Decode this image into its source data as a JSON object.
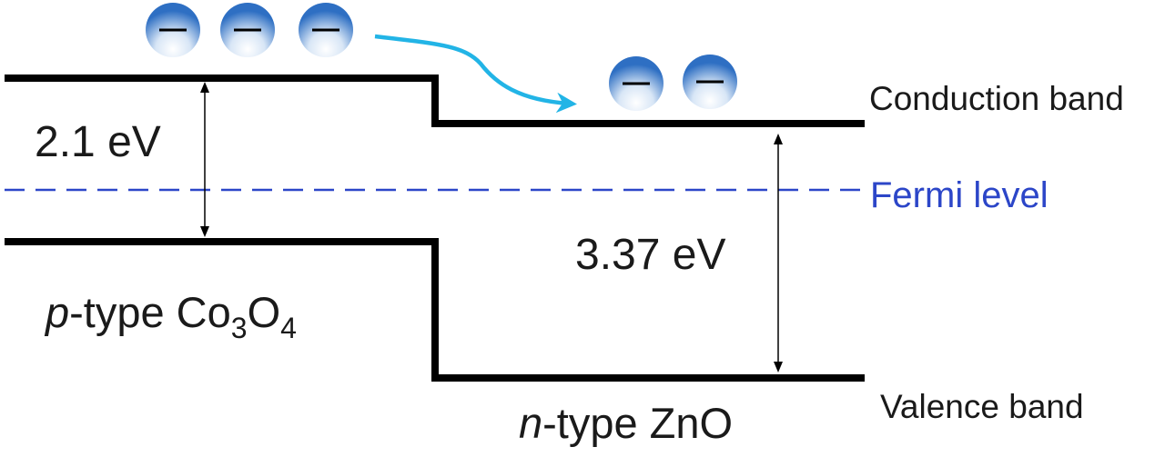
{
  "bands": {
    "conduction_label": "Conduction band",
    "valence_label": "Valence band",
    "fermi_label": "Fermi level"
  },
  "materials": {
    "left": {
      "prefix": "p",
      "middle": "-type Co",
      "sub1": "3",
      "mid2": "O",
      "sub2": "4"
    },
    "right": {
      "prefix": "n",
      "middle": "-type ZnO"
    }
  },
  "gaps": {
    "left": "2.1 eV",
    "right": "3.37 eV"
  },
  "electrons": {
    "left_count": 3,
    "right_count": 2,
    "symbol": "minus-icon"
  },
  "colors": {
    "fermi": "#2c46c8",
    "arrow": "#22b4e6",
    "line": "#000000"
  }
}
